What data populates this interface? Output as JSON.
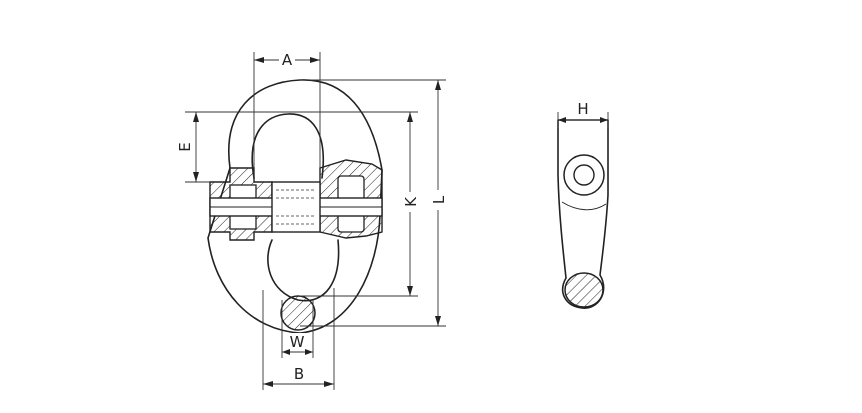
{
  "dimensions": {
    "A": "A",
    "E": "E",
    "K": "K",
    "L": "L",
    "W": "W",
    "B": "B",
    "H": "H"
  },
  "colors": {
    "line": "#222222",
    "background": "#ffffff"
  }
}
